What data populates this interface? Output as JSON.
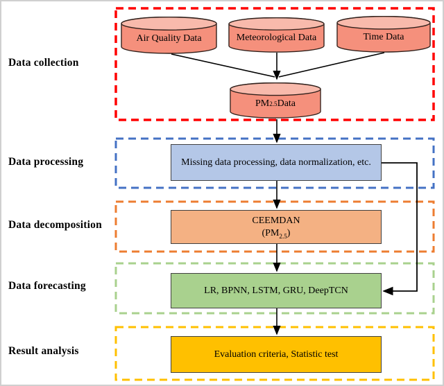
{
  "sections": [
    {
      "label": "Data collection",
      "color": "#FF0000"
    },
    {
      "label": "Data processing",
      "color": "#4472C4"
    },
    {
      "label": "Data decomposition",
      "color": "#ED7D31"
    },
    {
      "label": "Data forecasting",
      "color": "#A9D18E"
    },
    {
      "label": "Result analysis",
      "color": "#FFC000"
    }
  ],
  "cylinders": {
    "air_quality": {
      "label": "Air Quality Data"
    },
    "meteorological": {
      "label": "Meteorological Data"
    },
    "time": {
      "label": "Time Data"
    },
    "pm25": {
      "pre": "PM",
      "sub": "2.5",
      "post": " Data"
    }
  },
  "boxes": {
    "processing": {
      "label": "Missing data processing, data normalization, etc.",
      "fill": "#B4C7E7"
    },
    "decomposition": {
      "line1": "CEEMDAN",
      "line2_pre": "(PM",
      "line2_sub": "2.5",
      "line2_post": ")",
      "fill": "#F4B183"
    },
    "forecasting": {
      "label": "LR, BPNN, LSTM, GRU, DeepTCN",
      "fill": "#A9D18E"
    },
    "analysis": {
      "label": "Evaluation criteria, Statistic test",
      "fill": "#FFC000"
    }
  },
  "colors": {
    "cylinder_fill": "#F5907C",
    "cylinder_top_fill": "#F8BAAC",
    "cylinder_stroke": "#30201B",
    "box_border": "#404040",
    "arrow": "#000000",
    "frame": "#CFCFCF"
  }
}
